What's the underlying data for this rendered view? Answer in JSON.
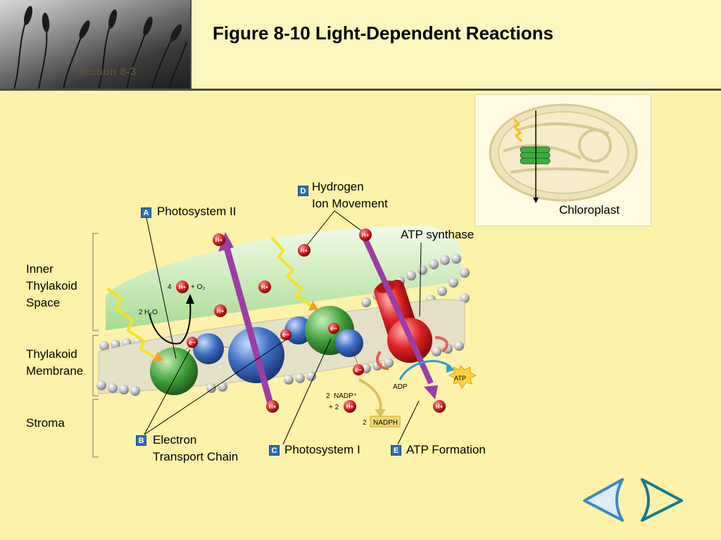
{
  "header": {
    "title": "Figure 8-10 Light-Dependent Reactions",
    "section": "Section 8-3"
  },
  "regions": {
    "inner_space": [
      "Inner",
      "Thylakoid",
      "Space"
    ],
    "membrane": [
      "Thylakoid",
      "Membrane"
    ],
    "stroma": "Stroma"
  },
  "callouts": {
    "a": {
      "badge": "A",
      "label": "Photosystem II"
    },
    "b": {
      "badge": "B",
      "label1": "Electron",
      "label2": "Transport Chain"
    },
    "c": {
      "badge": "C",
      "label": "Photosystem I"
    },
    "d": {
      "badge": "D",
      "label1": "Hydrogen",
      "label2": "Ion Movement"
    },
    "e": {
      "badge": "E",
      "label": "ATP Formation"
    }
  },
  "atp_synthase": "ATP synthase",
  "inset": {
    "label": "Chloroplast"
  },
  "molecules": {
    "h_plus": "H+",
    "e_minus": "e−",
    "water_coef": "2",
    "water": "H₂O",
    "four": "4",
    "oxygen": "+ O₂",
    "nadp_coef": "2",
    "nadp": "NADP⁺",
    "plus_two": "+ 2",
    "nadph_coef": "2",
    "nadph": "NADPH",
    "adp": "ADP",
    "atp": "ATP"
  },
  "nav": {
    "back": "back-arrow",
    "forward": "forward-arrow"
  },
  "colors": {
    "background": "#fdf2a9",
    "lumen": "#b9e3a6",
    "photosystem": "#3f9e3a",
    "chain": "#3b6fc3",
    "synthase": "#e02020",
    "proton_path": "#9b3ea5",
    "light": "#f4e227"
  }
}
